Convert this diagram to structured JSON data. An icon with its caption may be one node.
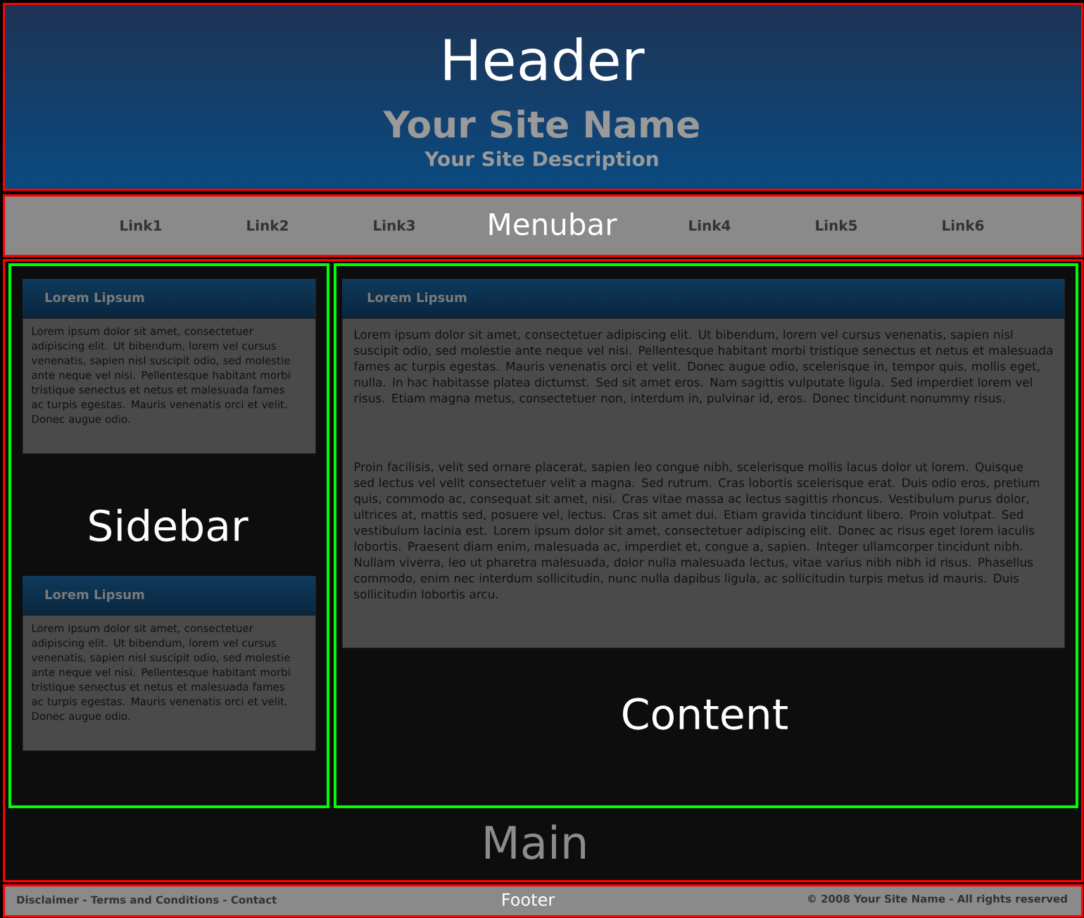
{
  "diagram": {
    "nodes": [
      {
        "text": [
          "Header",
          "Your Site Name",
          "Your Site Description"
        ]
      },
      {
        "text": [
          "Link1",
          "Link2",
          "Link3",
          "Menubar",
          "Link4",
          "Link5",
          "Link6"
        ]
      },
      {
        "text": [
          "Main"
        ]
      },
      {
        "text": [
          "Sidebar"
        ],
        "in": 2
      },
      {
        "text": [
          "Lorem Lipsum",
          "Lorem ipsum dolor sit amet, consectetuer adipiscing elit. Ut bibendum, lorem vel cursus venenatis, sapien nisl suscipit odio, sed molestie ante neque vel nisi. Pellentesque habitant morbi tristique senectus et netus et malesuada fames ac turpis egestas. Mauris venenatis orci et velit. Donec augue odio."
        ],
        "in": 3
      },
      {
        "text": [
          "Lorem Lipsum",
          "Lorem ipsum dolor sit amet, consectetuer adipiscing elit. Ut bibendum, lorem vel cursus venenatis, sapien nisl suscipit odio, sed molestie ante neque vel nisi. Pellentesque habitant morbi tristique senectus et netus et malesuada fames ac turpis egestas. Mauris venenatis orci et velit. Donec augue odio."
        ],
        "in": 3
      },
      {
        "text": [
          "Content"
        ],
        "in": 2
      },
      {
        "text": [
          "Lorem Lipsum",
          "Lorem ipsum dolor sit amet, consectetuer adipiscing elit. Ut bibendum, lorem vel cursus venenatis, sapien nisl suscipit odio, sed molestie ante neque vel nisi. Pellentesque habitant morbi tristique senectus et netus et malesuada fames ac turpis egestas. Mauris venenatis orci et velit. Donec augue odio, scelerisque in, tempor quis, mollis eget, nulla. In hac habitasse platea dictumst. Sed sit amet eros. Nam sagittis vulputate ligula. Sed imperdiet lorem vel risus. Etiam magna metus, consectetuer non, interdum in, pulvinar id, eros. Donec tincidunt nonummy risus.",
          "Proin facilisis, velit sed ornare placerat, sapien leo congue nibh, scelerisque mollis lacus dolor ut lorem. Quisque sed lectus vel velit consectetuer velit a magna. Sed rutrum. Cras lobortis scelerisque erat. Duis odio eros, pretium quis, commodo ac, consequat sit amet, nisi. Cras vitae massa ac lectus sagittis rhoncus. Vestibulum purus dolor, ultrices at, mattis sed, posuere vel, lectus. Cras sit amet dui. Etiam gravida tincidunt libero. Proin volutpat. Sed vestibulum lacinia est. Lorem ipsum dolor sit amet, consectetuer adipiscing elit. Donec ac risus eget lorem iaculis lobortis. Praesent diam enim, malesuada ac, imperdiet et, congue a, sapien. Integer ullamcorper tincidunt nibh. Nullam viverra, leo ut pharetra malesuada, dolor nulla malesuada lectus, vitae varius nibh nibh id risus. Phasellus commodo, enim nec interdum sollicitudin, nunc nulla dapibus ligula, ac sollicitudin turpis metus id mauris. Duis sollicitudin lobortis arcu."
        ],
        "in": 6
      },
      {
        "text": [
          "Disclaimer - Terms and Conditions - Contact",
          "Footer",
          "© 2008 Your Site Name - All rights reserved"
        ]
      }
    ]
  }
}
